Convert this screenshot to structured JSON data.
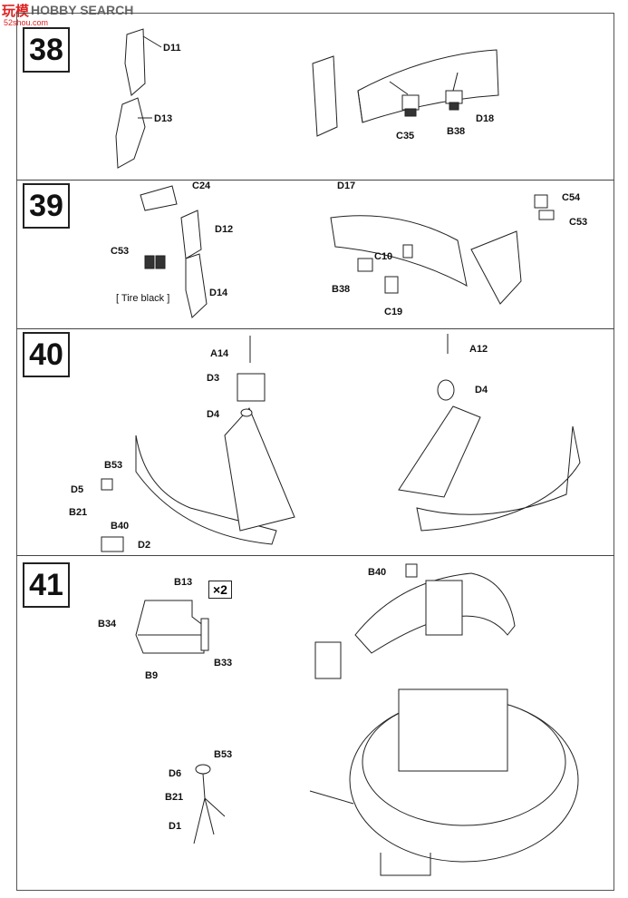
{
  "watermark": {
    "logo_cn": "玩模",
    "logo_text": "HOBBY SEARCH",
    "url": "52shou.com"
  },
  "steps": [
    {
      "number": "38",
      "parts": [
        "D11",
        "D13",
        "C35",
        "B38",
        "D18"
      ]
    },
    {
      "number": "39",
      "parts": [
        "C24",
        "D12",
        "C53",
        "D14",
        "D17",
        "C10",
        "B38",
        "C19",
        "C54",
        "C53"
      ],
      "note": "[ Tire black ]"
    },
    {
      "number": "40",
      "parts": [
        "A14",
        "D3",
        "D4",
        "B53",
        "D5",
        "B21",
        "B40",
        "D2",
        "A12",
        "D4"
      ]
    },
    {
      "number": "41",
      "parts": [
        "B13",
        "B34",
        "B9",
        "B33",
        "B53",
        "D6",
        "B21",
        "D1",
        "B40"
      ],
      "multiplier": "×2"
    }
  ]
}
